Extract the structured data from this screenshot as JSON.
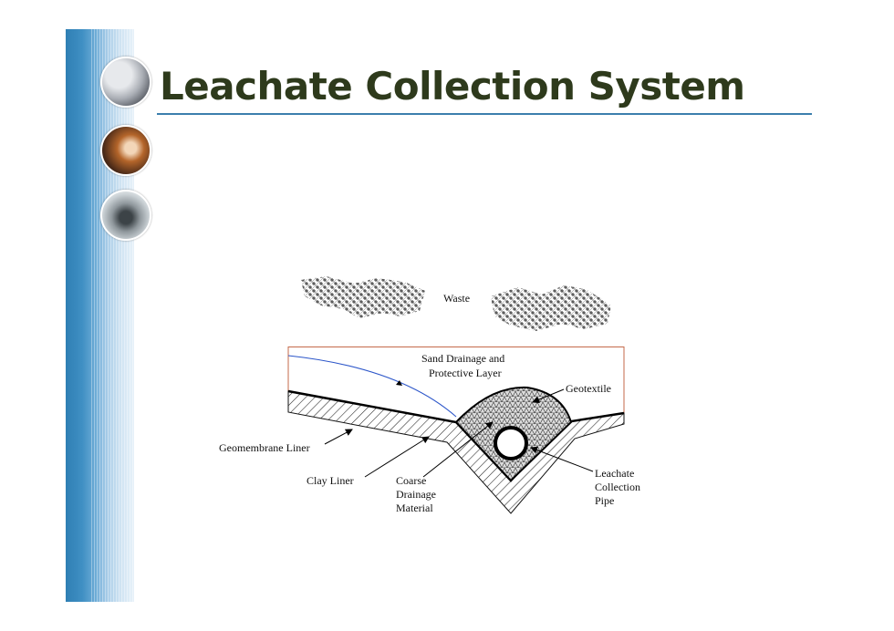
{
  "slide": {
    "title": "Leachate Collection System"
  },
  "diagram": {
    "labels": {
      "waste": "Waste",
      "sand_drainage_line1": "Sand Drainage and",
      "sand_drainage_line2": "Protective Layer",
      "geotextile": "Geotextile",
      "geomembrane_liner": "Geomembrane Liner",
      "clay_liner": "Clay Liner",
      "coarse_line1": "Coarse",
      "coarse_line2": "Drainage",
      "coarse_line3": "Material",
      "pipe_line1": "Leachate",
      "pipe_line2": "Collection",
      "pipe_line3": "Pipe"
    }
  },
  "colors": {
    "sidebar_blue": "#2f7fb4",
    "title_text": "#2e3a1c",
    "title_rule": "#3b7fad",
    "flow_line": "#2b55c9",
    "top_boundary": "#c46a4a"
  },
  "icons": [
    "pipes-photo-icon",
    "business-people-photo-icon",
    "walking-people-photo-icon"
  ]
}
